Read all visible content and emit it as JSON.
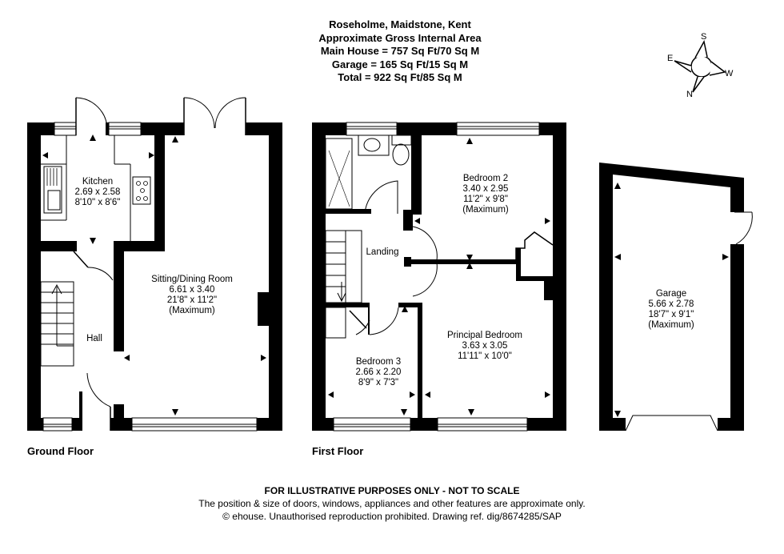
{
  "header": {
    "title": "Roseholme, Maidstone, Kent",
    "subtitle": "Approximate Gross Internal Area",
    "main_house": "Main House = 757 Sq Ft/70 Sq M",
    "garage": "Garage = 165 Sq Ft/15 Sq M",
    "total": "Total = 922 Sq Ft/85 Sq M"
  },
  "compass": {
    "north": "N",
    "south": "S",
    "east": "E",
    "west": "W"
  },
  "floors": {
    "ground": {
      "label": "Ground Floor",
      "rooms": [
        {
          "name": "Kitchen",
          "metric": "2.69 x 2.58",
          "imperial": "8'10\" x 8'6\"",
          "note": ""
        },
        {
          "name": "Sitting/Dining Room",
          "metric": "6.61 x 3.40",
          "imperial": "21'8\" x 11'2\"",
          "note": "(Maximum)"
        },
        {
          "name": "Hall",
          "metric": "",
          "imperial": "",
          "note": ""
        }
      ]
    },
    "first": {
      "label": "First Floor",
      "rooms": [
        {
          "name": "Bedroom 2",
          "metric": "3.40 x 2.95",
          "imperial": "11'2\" x 9'8\"",
          "note": "(Maximum)"
        },
        {
          "name": "Landing",
          "metric": "",
          "imperial": "",
          "note": ""
        },
        {
          "name": "Principal Bedroom",
          "metric": "3.63 x 3.05",
          "imperial": "11'11\" x 10'0\"",
          "note": ""
        },
        {
          "name": "Bedroom 3",
          "metric": "2.66 x 2.20",
          "imperial": "8'9\" x 7'3\"",
          "note": ""
        }
      ]
    },
    "garage": {
      "rooms": [
        {
          "name": "Garage",
          "metric": "5.66 x 2.78",
          "imperial": "18'7\" x 9'1\"",
          "note": "(Maximum)"
        }
      ]
    }
  },
  "footer": {
    "disclaimer": "FOR ILLUSTRATIVE PURPOSES ONLY - NOT TO SCALE",
    "note": "The position & size of doors, windows, appliances and other features are approximate only.",
    "copyright": "© ehouse. Unauthorised reproduction prohibited. Drawing ref. dig/8674285/SAP"
  },
  "colors": {
    "wall": "#000000",
    "background": "#ffffff",
    "line": "#000000"
  }
}
